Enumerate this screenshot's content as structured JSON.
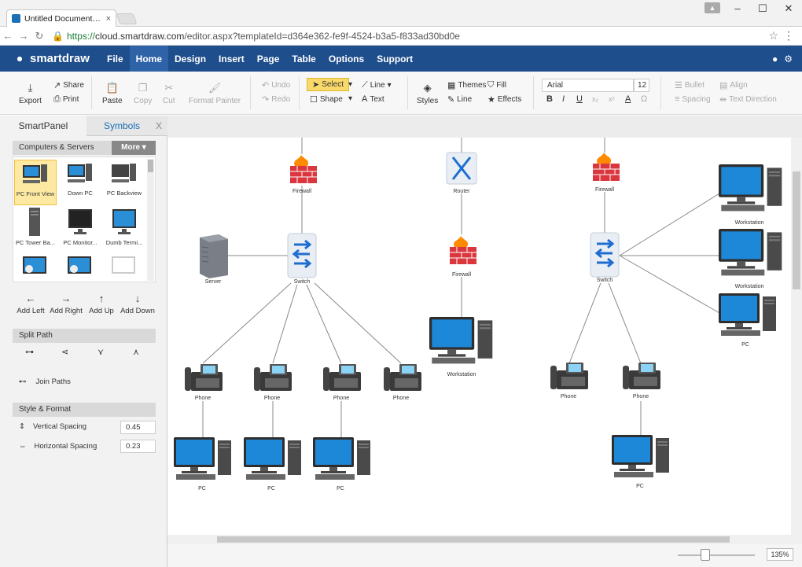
{
  "browser": {
    "tab_title": "Untitled Document — Sm",
    "tab_close": "×",
    "user_badge": "▲",
    "min": "–",
    "max": "☐",
    "close": "✕",
    "back": "←",
    "forward": "→",
    "reload": "↻",
    "url_secure": "https://",
    "url_host": "cloud.smartdraw.com",
    "url_path": "/editor.aspx?templateId=d364e362-fe9f-4524-b3a5-f833ad30bd0e",
    "star": "☆",
    "kebab": "⋮"
  },
  "app": {
    "brand": "smartdraw",
    "menu": [
      "File",
      "Home",
      "Design",
      "Insert",
      "Page",
      "Table",
      "Options",
      "Support"
    ],
    "active_menu": "Home"
  },
  "ribbon": {
    "export": "Export",
    "share": "Share",
    "print": "Print",
    "paste": "Paste",
    "copy": "Copy",
    "cut": "Cut",
    "format_painter": "Format Painter",
    "undo": "Undo",
    "redo": "Redo",
    "select": "Select",
    "shape": "Shape",
    "line": "Line",
    "text": "Text",
    "styles": "Styles",
    "themes": "Themes",
    "line2": "Line",
    "fill": "Fill",
    "effects": "Effects",
    "font": "Arial",
    "size": "12",
    "bullet": "Bullet",
    "align": "Align",
    "spacing": "Spacing",
    "text_direction": "Text Direction",
    "bold": "B",
    "italic": "I",
    "underline": "U",
    "sub": "x₂",
    "sup": "x²",
    "fontcolor": "A",
    "omega": "Ω"
  },
  "panel": {
    "tab_smart": "SmartPanel",
    "tab_symbols": "Symbols",
    "close": "X",
    "library": "Computers & Servers",
    "more": "More ▾",
    "items": [
      "PC Front View",
      "Down PC",
      "PC Backview",
      "PC Tower Ba...",
      "PC Monitor...",
      "Dumb Termi..."
    ],
    "add_left": "Add Left",
    "add_right": "Add Right",
    "add_up": "Add Up",
    "add_down": "Add Down",
    "split_path": "Split Path",
    "join_paths": "Join Paths",
    "style_format": "Style & Format",
    "vertical_spacing": "Vertical Spacing",
    "vertical_value": "0.45",
    "horizontal_spacing": "Horizontal Spacing",
    "horizontal_value": "0.23"
  },
  "diagram": {
    "labels": {
      "firewall": "Firewall",
      "router": "Router",
      "switch": "Switch",
      "server": "Server",
      "phone": "Phone",
      "pc": "PC",
      "workstation": "Workstation"
    }
  },
  "status": {
    "zoom": "135%"
  }
}
